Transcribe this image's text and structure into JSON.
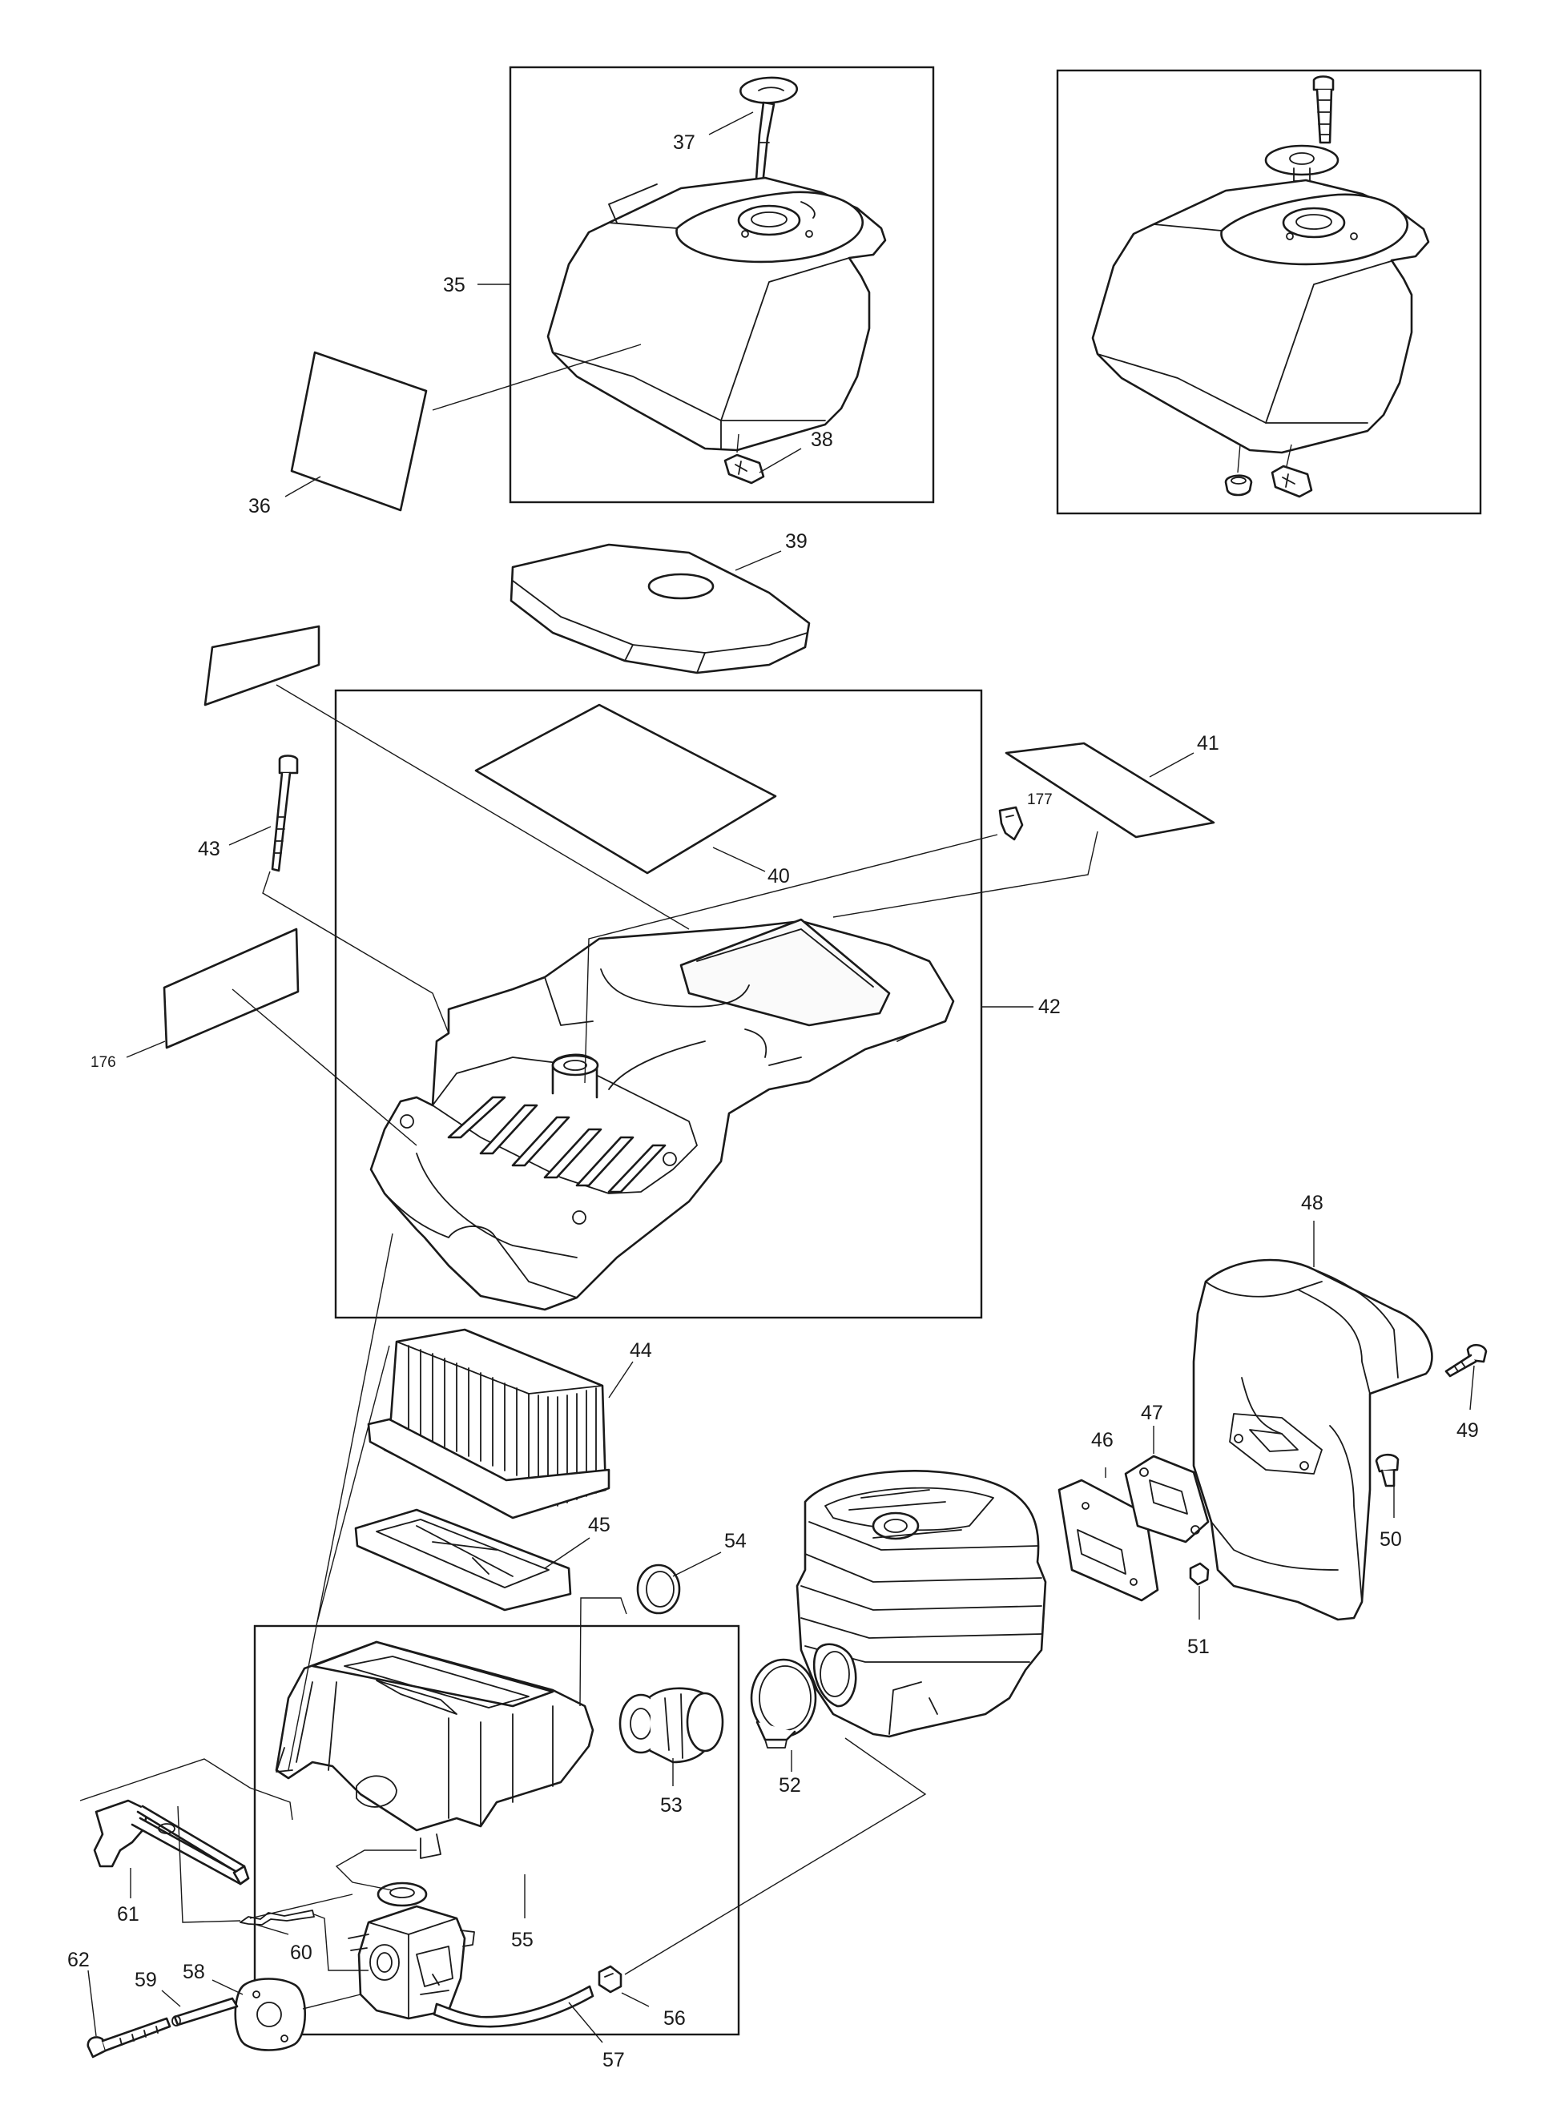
{
  "labels": {
    "p35": "35",
    "p36": "36",
    "p37": "37",
    "p38": "38",
    "p39": "39",
    "p40": "40",
    "p41": "41",
    "p42": "42",
    "p43": "43",
    "p44": "44",
    "p45": "45",
    "p46": "46",
    "p47": "47",
    "p48": "48",
    "p49": "49",
    "p50": "50",
    "p51": "51",
    "p52": "52",
    "p53": "53",
    "p54": "54",
    "p55": "55",
    "p56": "56",
    "p57": "57",
    "p58": "58",
    "p59": "59",
    "p60": "60",
    "p61": "61",
    "p62": "62",
    "p176": "176",
    "p177": "177"
  }
}
